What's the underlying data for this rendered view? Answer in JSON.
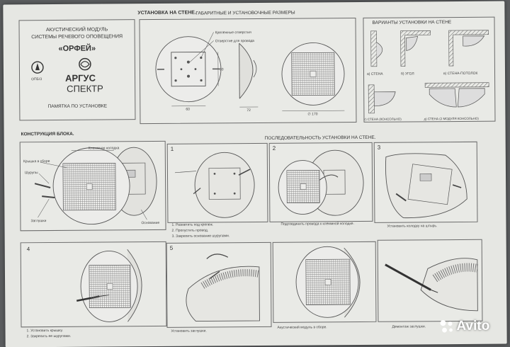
{
  "title_block": {
    "line1": "АКУСТИЧЕСКИЙ МОДУЛЬ",
    "line2": "СИСТЕМЫ РЕЧЕВОГО ОПОВЕЩЕНИЯ",
    "product": "«ОРФЕЙ»",
    "badge": "ОПБ/З",
    "brand1": "АРГУС",
    "brand2": "СПЕКТР",
    "memo": "ПАМЯТКА ПО УСТАНОВКЕ"
  },
  "wall_section": {
    "heading": "УСТАНОВКА НА СТЕНЕ.",
    "subheading": "ГАБАРИТНЫЕ И УСТАНОВОЧНЫЕ РАЗМЕРЫ",
    "label_holes": "Крепежные отверстия",
    "label_wire": "Отверстие для провода",
    "dim_60_h": "60",
    "dim_60_v": "60",
    "dim_72": "72",
    "dim_170": "∅ 170"
  },
  "variants": {
    "heading": "ВАРИАНТЫ УСТАНОВКИ НА СТЕНЕ",
    "a": "а) СТЕНА",
    "b": "б) УГОЛ",
    "c": "в) СТЕНА-ПОТОЛОК",
    "d": "г) СТЕНА (КОНСОЛЬНО)",
    "e": "д) СТЕНА (2 МОДУЛЯ КОНСОЛЬНО)"
  },
  "construction": {
    "heading": "КОНСТРУКЦИЯ БЛОКА.",
    "terminal": "Клеммная колодка",
    "cover": "Крышка в сборе",
    "screws": "Шурупы",
    "plugs": "Заглушки",
    "base": "Основание"
  },
  "sequence": {
    "heading": "ПОСЛЕДОВАТЕЛЬНОСТЬ УСТАНОВКИ НА СТЕНЕ.",
    "step1_num": "1",
    "step1_a": "1. Разметить под крепеж.",
    "step1_b": "2. Пропустить провод.",
    "step1_c": "3. Закрепить основание шурупами.",
    "step2_num": "2",
    "step2": "Подсоединить провода к клеммной колодке.",
    "step3_num": "3",
    "step3": "Установить колодку на штырь.",
    "step4_num": "4",
    "step4_a": "1. Установить крышку.",
    "step4_b": "2. Закрепить ее шурупами.",
    "step5_num": "5",
    "step5": "Установить заглушки.",
    "step6": "Акустический модуль в сборе.",
    "step7": "Демонтаж заглушки."
  },
  "watermark": "Avito"
}
